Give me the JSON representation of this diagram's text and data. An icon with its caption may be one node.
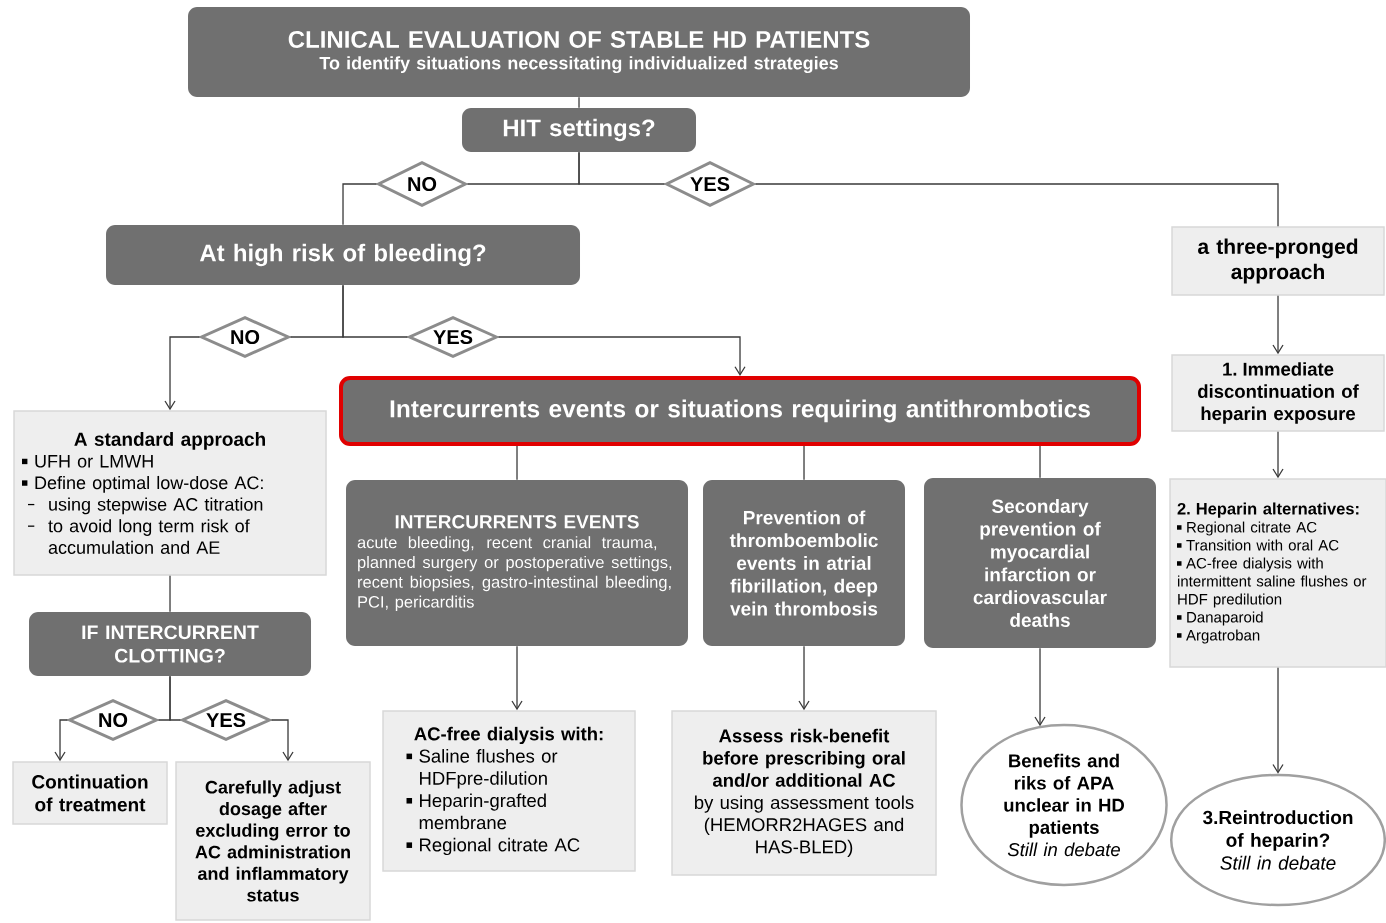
{
  "diagram": {
    "nodes": [
      {
        "text": [
          "CLINICAL EVALUATION OF STABLE HD PATIENTS",
          "To identify situations necessitating individualized strategies"
        ]
      },
      {
        "text": [
          "HIT settings?"
        ]
      },
      {
        "text": [
          "NO"
        ]
      },
      {
        "text": [
          "YES"
        ]
      },
      {
        "text": [
          "At high risk of bleeding?"
        ]
      },
      {
        "text": [
          "a three-pronged approach"
        ]
      },
      {
        "text": [
          "NO"
        ]
      },
      {
        "text": [
          "YES"
        ]
      },
      {
        "text": [
          "Intercurrents events or situations requiring antithrombotics"
        ]
      },
      {
        "text": [
          "A standard approach",
          "UFH or LMWH",
          "Define optimal low-dose AC:",
          "using stepwise AC titration",
          "to avoid long term risk of accumulation and AE"
        ]
      },
      {
        "text": [
          "1. Immediate discontinuation of heparin exposure"
        ]
      },
      {
        "text": [
          "INTERCURRENTS EVENTS",
          "acute bleeding, recent cranial trauma, planned surgery or postoperative settings, recent biopsies, gastro-intestinal bleeding, PCI, pericarditis"
        ]
      },
      {
        "text": [
          "Prevention of thromboembolic events in atrial fibrillation, deep vein thrombosis"
        ]
      },
      {
        "text": [
          "Secondary prevention of myocardial infarction or cardiovascular deaths"
        ]
      },
      {
        "text": [
          "2. Heparin alternatives:",
          "Regional citrate AC",
          "Transition with oral AC",
          "AC-free dialysis with intermittent saline flushes or HDF predilution",
          "Danaparoid",
          "Argatroban"
        ]
      },
      {
        "text": [
          "IF INTERCURRENT CLOTTING?"
        ]
      },
      {
        "text": [
          "NO"
        ]
      },
      {
        "text": [
          "YES"
        ]
      },
      {
        "text": [
          "AC-free dialysis with:",
          "Saline flushes or HDFpre-dilution",
          "Heparin-grafted membrane",
          "Regional citrate AC"
        ]
      },
      {
        "text": [
          "Assess risk-benefit before prescribing oral and/or additional AC",
          "by using assessment tools (HEMORR2HAGES and HAS-BLED)"
        ]
      },
      {
        "text": [
          "Benefits and riks of APA unclear in HD patients",
          "Still in debate"
        ]
      },
      {
        "text": [
          "3.Reintroduction of heparin?",
          "Still in debate"
        ]
      },
      {
        "text": [
          "Continuation of treatment"
        ]
      },
      {
        "text": [
          "Carefully adjust dosage after excluding error to AC administration and inflammatory status"
        ]
      }
    ],
    "edges": [
      {
        "from": 0,
        "to": 1,
        "arrow": "none"
      },
      {
        "from": 1,
        "to": 2,
        "arrow": "none"
      },
      {
        "from": 2,
        "to": 4,
        "arrow": "none"
      },
      {
        "from": 1,
        "to": 3,
        "arrow": "none"
      },
      {
        "from": 3,
        "to": 5,
        "arrow": "none"
      },
      {
        "from": 4,
        "to": 6,
        "arrow": "none"
      },
      {
        "from": 6,
        "to": 9,
        "arrow": "to"
      },
      {
        "from": 4,
        "to": 7,
        "arrow": "none"
      },
      {
        "from": 7,
        "to": 8,
        "arrow": "to"
      },
      {
        "from": 5,
        "to": 10,
        "arrow": "to"
      },
      {
        "from": 10,
        "to": 14,
        "arrow": "to"
      },
      {
        "from": 14,
        "to": 21,
        "arrow": "to"
      },
      {
        "from": 8,
        "to": 11,
        "arrow": "none"
      },
      {
        "from": 8,
        "to": 12,
        "arrow": "none"
      },
      {
        "from": 8,
        "to": 13,
        "arrow": "none"
      },
      {
        "from": 11,
        "to": 18,
        "arrow": "to"
      },
      {
        "from": 12,
        "to": 19,
        "arrow": "to"
      },
      {
        "from": 13,
        "to": 20,
        "arrow": "to"
      },
      {
        "from": 9,
        "to": 15,
        "arrow": "none"
      },
      {
        "from": 15,
        "to": 16,
        "arrow": "none"
      },
      {
        "from": 16,
        "to": 22,
        "arrow": "to"
      },
      {
        "from": 15,
        "to": 17,
        "arrow": "none"
      },
      {
        "from": 17,
        "to": 23,
        "arrow": "to"
      }
    ]
  }
}
